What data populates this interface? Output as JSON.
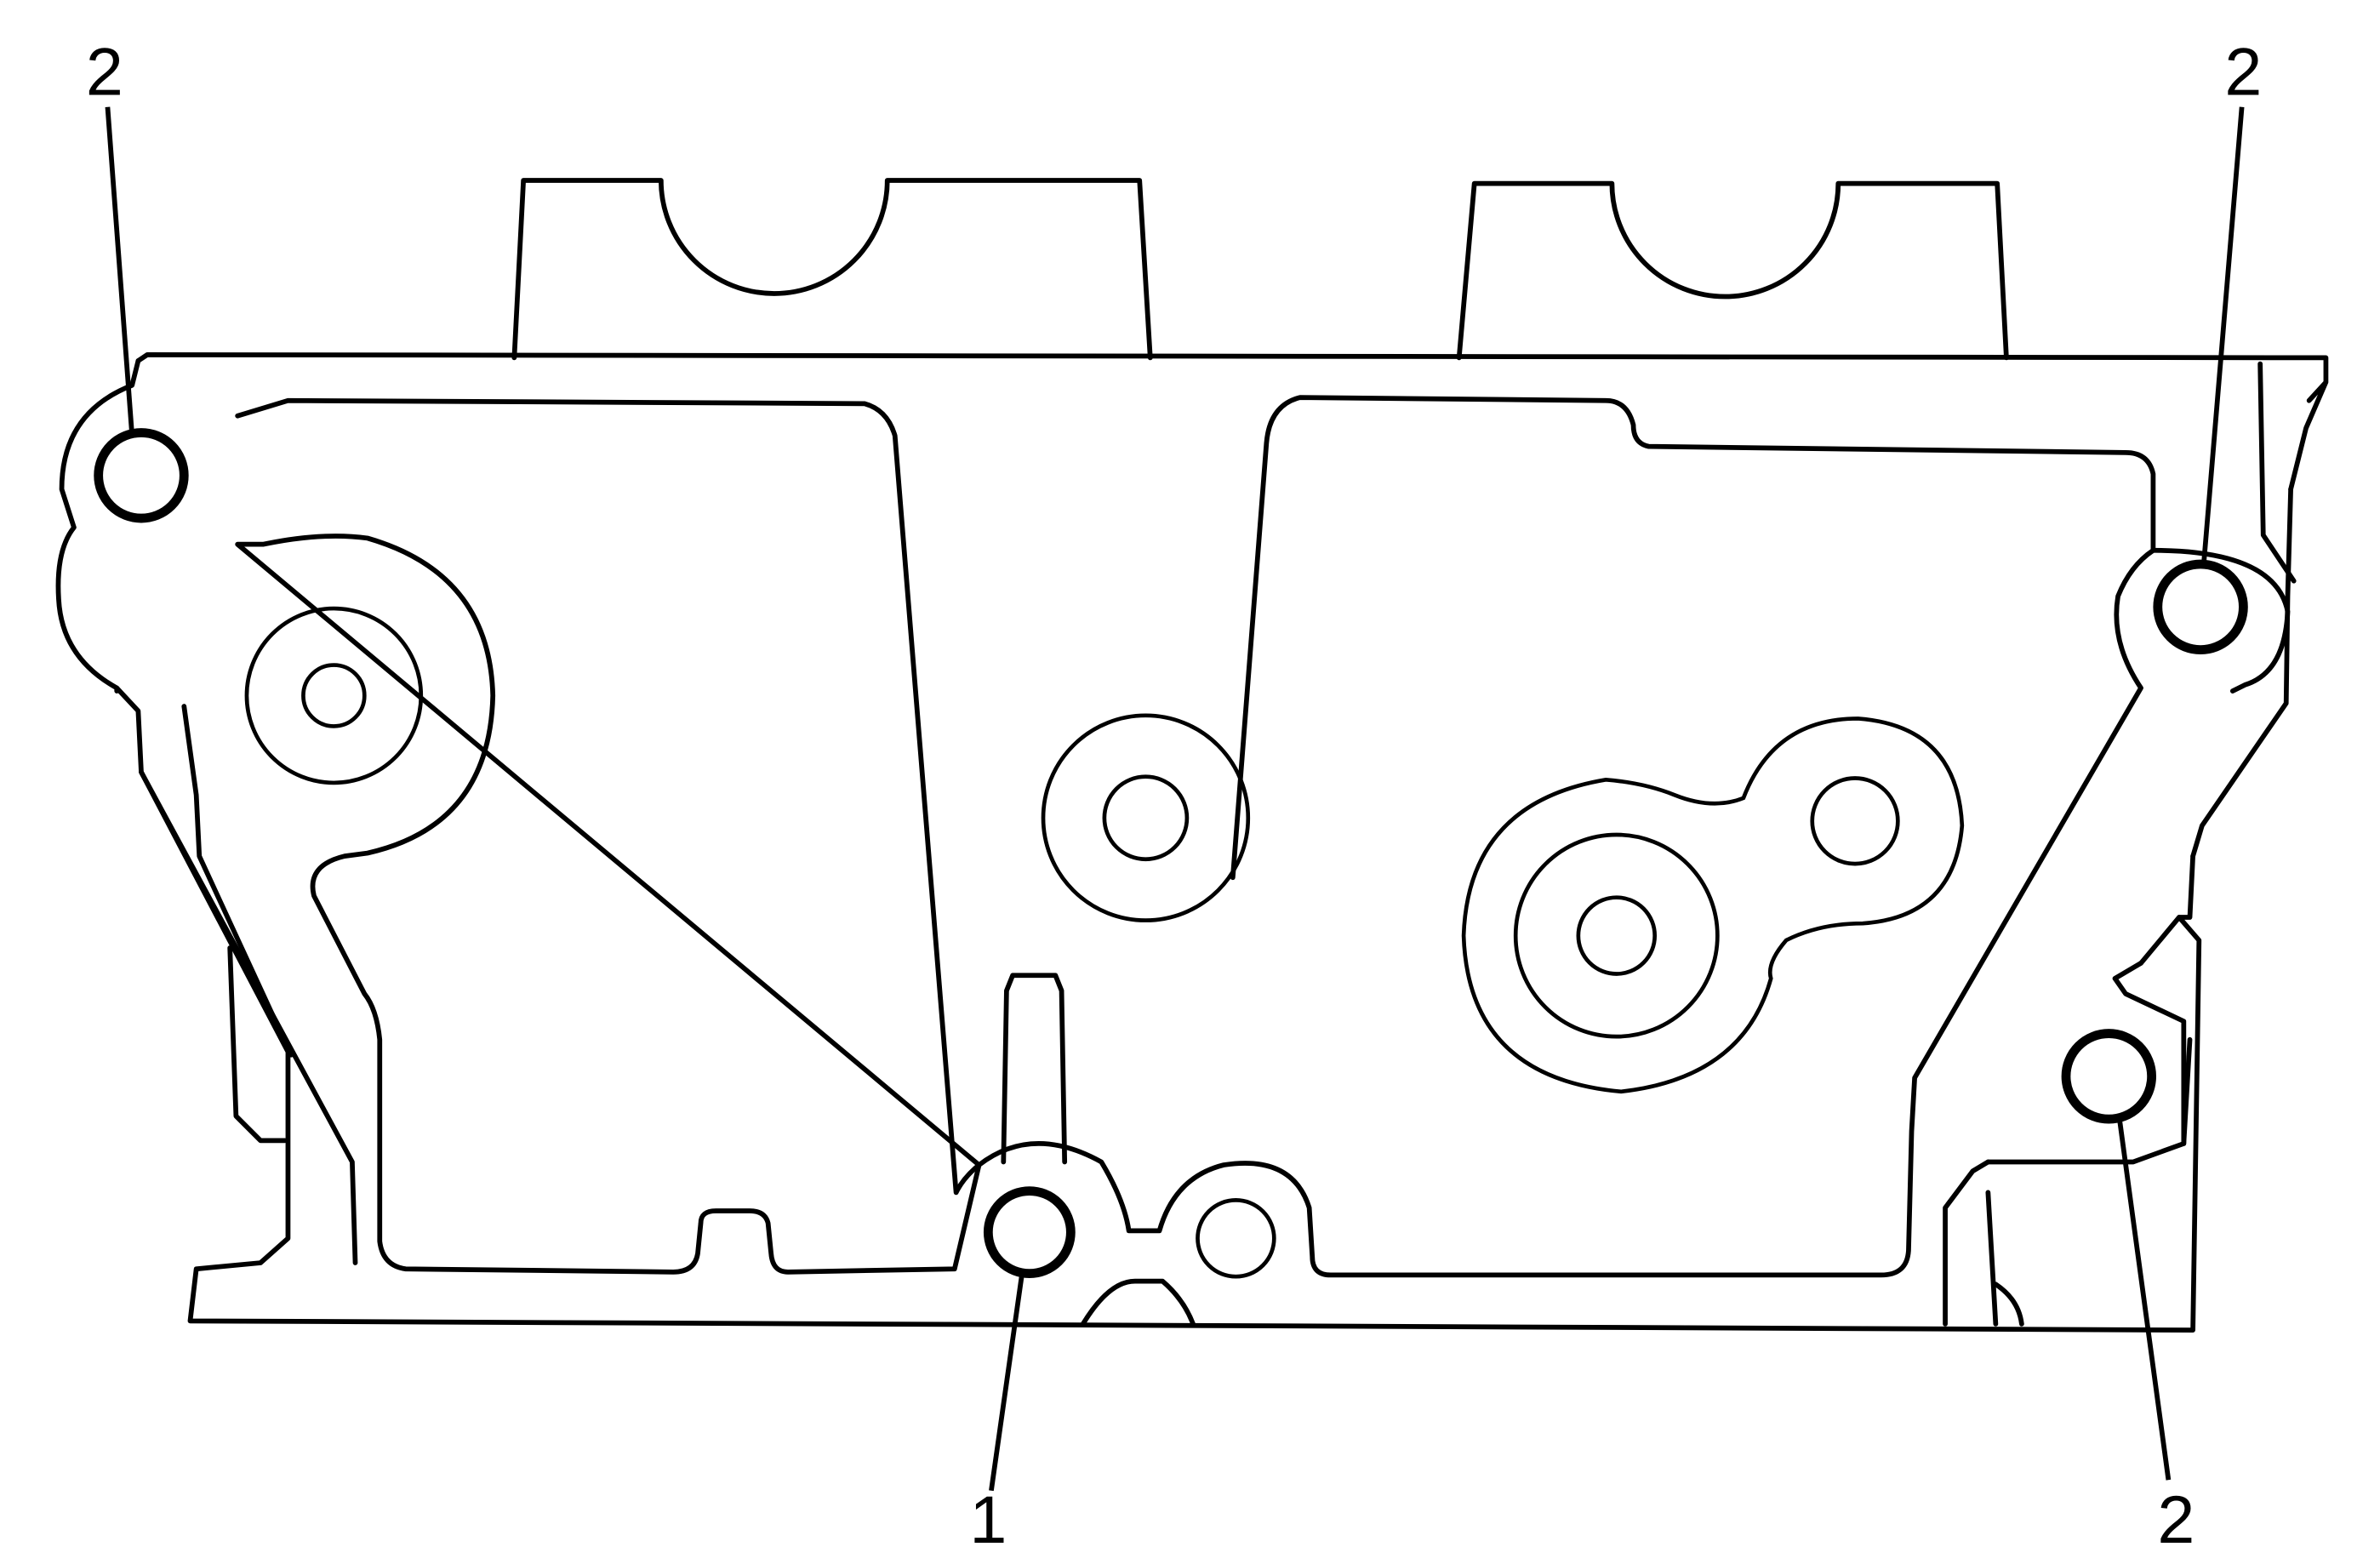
{
  "callouts": [
    {
      "id": "dowel-top-left",
      "label": "2"
    },
    {
      "id": "dowel-top-right",
      "label": "2"
    },
    {
      "id": "dowel-bottom-center",
      "label": "1"
    },
    {
      "id": "dowel-bottom-right",
      "label": "2"
    }
  ]
}
